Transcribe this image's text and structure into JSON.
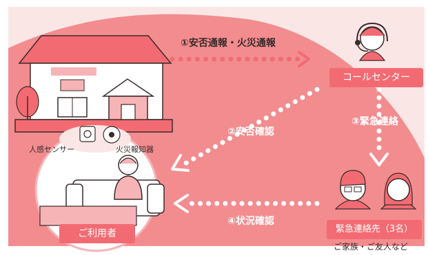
{
  "colors": {
    "background_light": "#fbe6e6",
    "wedge": "#f28c8f",
    "accent": "#f36b72",
    "dark_line": "#3a2a2a"
  },
  "flows": {
    "step1": "①安否通報・火災通報",
    "step2": "②安否確認",
    "step3": "③緊急連絡",
    "step4": "④状況確認"
  },
  "nodes": {
    "call_center": "コールセンター",
    "emergency_contact": "緊急連絡先（3名）",
    "emergency_note": "ご家族・ご友人など",
    "user": "ご利用者"
  },
  "devices": {
    "motion_sensor": "人感センサー",
    "fire_alarm": "火災報知器"
  }
}
